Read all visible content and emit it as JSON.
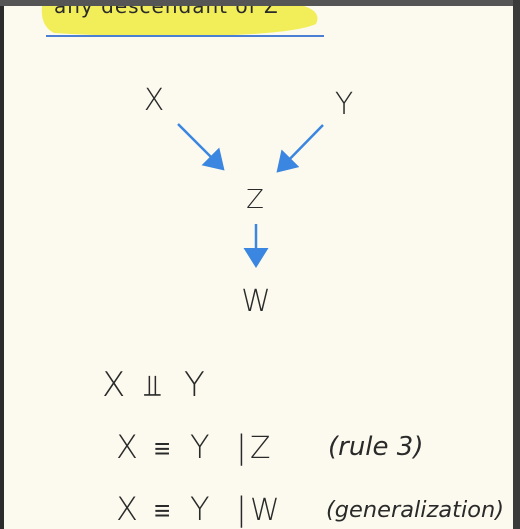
{
  "header": {
    "fragment_text": "any descendant of Z",
    "highlight_color": "#f2ee5a",
    "underline_color": "#4a7fd4"
  },
  "diagram": {
    "nodes": {
      "x": "X",
      "y": "Y",
      "z": "Z",
      "w": "W"
    },
    "edges": [
      {
        "from": "X",
        "to": "Z"
      },
      {
        "from": "Y",
        "to": "Z"
      },
      {
        "from": "Z",
        "to": "W"
      }
    ],
    "arrow_color": "#3a86e0"
  },
  "statements": {
    "line1": {
      "lhs": "X",
      "relation": "⫫",
      "rhs": "Y"
    },
    "line2": {
      "lhs": "X",
      "relation": "≡",
      "rhs": "Y",
      "bar": "|",
      "cond": "Z",
      "note": "(rule 3)"
    },
    "line3": {
      "lhs": "X",
      "relation": "≡",
      "rhs": "Y",
      "bar": "|",
      "cond": "W",
      "note": "(generalization)"
    }
  },
  "colors": {
    "paper": "#fcfaee",
    "ink": "#2a2a2a",
    "frame": "#2b2b2b"
  }
}
